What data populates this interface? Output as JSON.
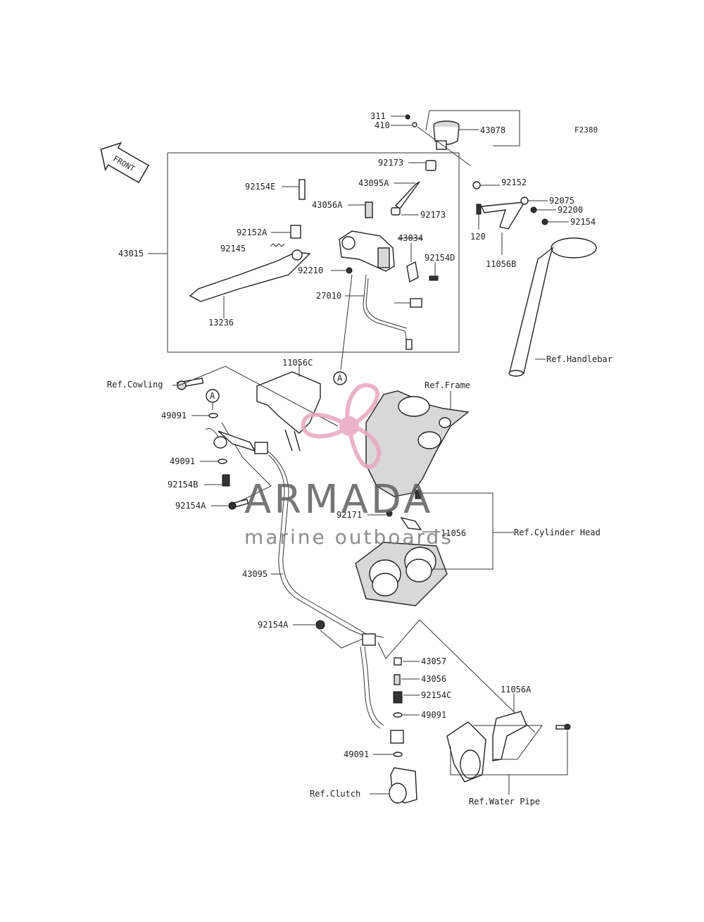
{
  "diagram_code": "F2380",
  "front_label": "FRONT",
  "callout_marker": "A",
  "watermark": {
    "brand": "ARMADA",
    "tagline": "marine outboards"
  },
  "parts": {
    "p311": "311",
    "p410": "410",
    "p43078": "43078",
    "p92173a": "92173",
    "p92152": "92152",
    "p92154E": "92154E",
    "p43095A": "43095A",
    "p43056A": "43056A",
    "p92173b": "92173",
    "p92075": "92075",
    "p92200": "92200",
    "p92154": "92154",
    "p120": "120",
    "p43034": "43034",
    "p92152A": "92152A",
    "p92145": "92145",
    "p43015": "43015",
    "p92154D": "92154D",
    "p11056B": "11056B",
    "p92210": "92210",
    "p27010": "27010",
    "p13236": "13236",
    "p11056C": "11056C",
    "p49091a": "49091",
    "p49091b": "49091",
    "p92154B": "92154B",
    "p92154A1": "92154A",
    "p92171": "92171",
    "p11056": "11056",
    "p43095": "43095",
    "p92154A2": "92154A",
    "p43057": "43057",
    "p43056": "43056",
    "p92154C": "92154C",
    "p49091c": "49091",
    "p49091d": "49091",
    "p11056A": "11056A"
  },
  "refs": {
    "handlebar": "Ref.Handlebar",
    "cowling": "Ref.Cowling",
    "frame": "Ref.Frame",
    "cylinder_head": "Ref.Cylinder Head",
    "clutch": "Ref.Clutch",
    "water_pipe": "Ref.Water Pipe"
  }
}
